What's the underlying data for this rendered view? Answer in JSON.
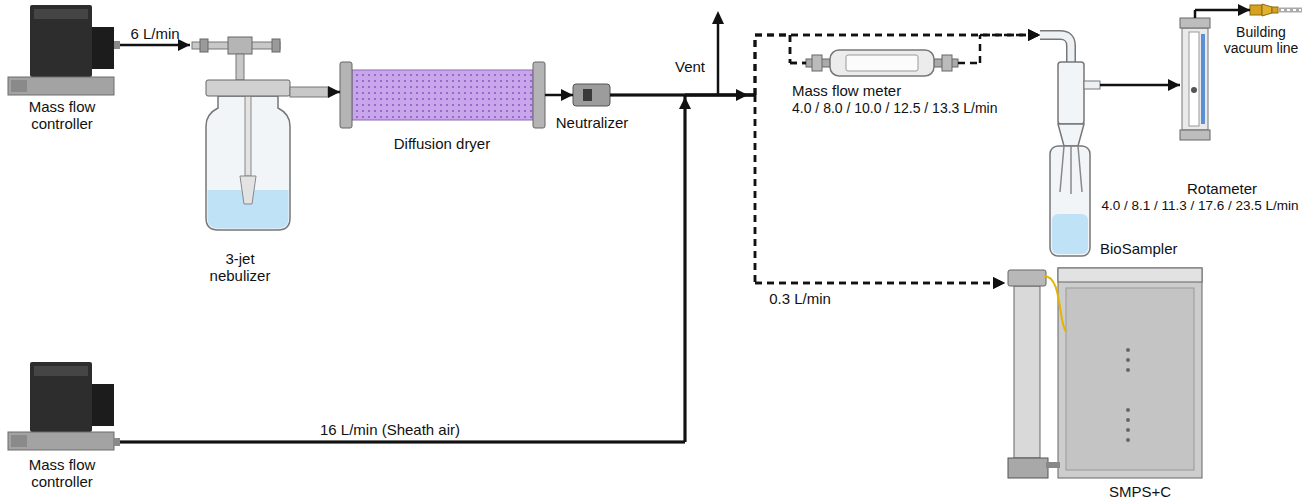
{
  "diagram": {
    "nodes": [
      {
        "text": [
          "Mass flow controller"
        ]
      },
      {
        "text": [
          "3-jet nebulizer"
        ]
      },
      {
        "text": [
          "Diffusion dryer"
        ]
      },
      {
        "text": [
          "Neutralizer"
        ]
      },
      {
        "text": [
          "Mass flow meter",
          "4.0 / 8.0 / 10.0 / 12.5 / 13.3 L/min"
        ]
      },
      {
        "text": [
          "BioSampler"
        ]
      },
      {
        "text": [
          "Rotameter",
          "4.0 / 8.1 / 11.3 / 17.6 / 23.5 L/min"
        ]
      },
      {
        "text": [
          "Building vacuum line"
        ]
      },
      {
        "text": [
          "Mass flow controller"
        ]
      },
      {
        "text": [
          "SMPS+C"
        ]
      }
    ],
    "edges": [
      {
        "from": 0,
        "to": 1,
        "arrow": "to",
        "label": "6 L/min"
      },
      {
        "from": 1,
        "to": 2,
        "arrow": "to"
      },
      {
        "from": 2,
        "to": 3,
        "arrow": "to"
      },
      {
        "from": 3,
        "to": 4,
        "arrow": "none"
      },
      {
        "from": 3,
        "to": 5,
        "arrow": "to"
      },
      {
        "from": 3,
        "to": 9,
        "arrow": "to",
        "label": "0.3 L/min"
      },
      {
        "from": 8,
        "to": 4,
        "arrow": "none",
        "label": "16 L/min (Sheath air)"
      },
      {
        "from": 8,
        "to": 5,
        "arrow": "to"
      },
      {
        "from": 8,
        "to": 9,
        "arrow": "to"
      },
      {
        "from": 4,
        "to": 5,
        "arrow": "to"
      },
      {
        "from": 5,
        "to": 6,
        "arrow": "to"
      },
      {
        "from": 6,
        "to": 7,
        "arrow": "to"
      }
    ],
    "labels": [
      "Vent"
    ]
  }
}
